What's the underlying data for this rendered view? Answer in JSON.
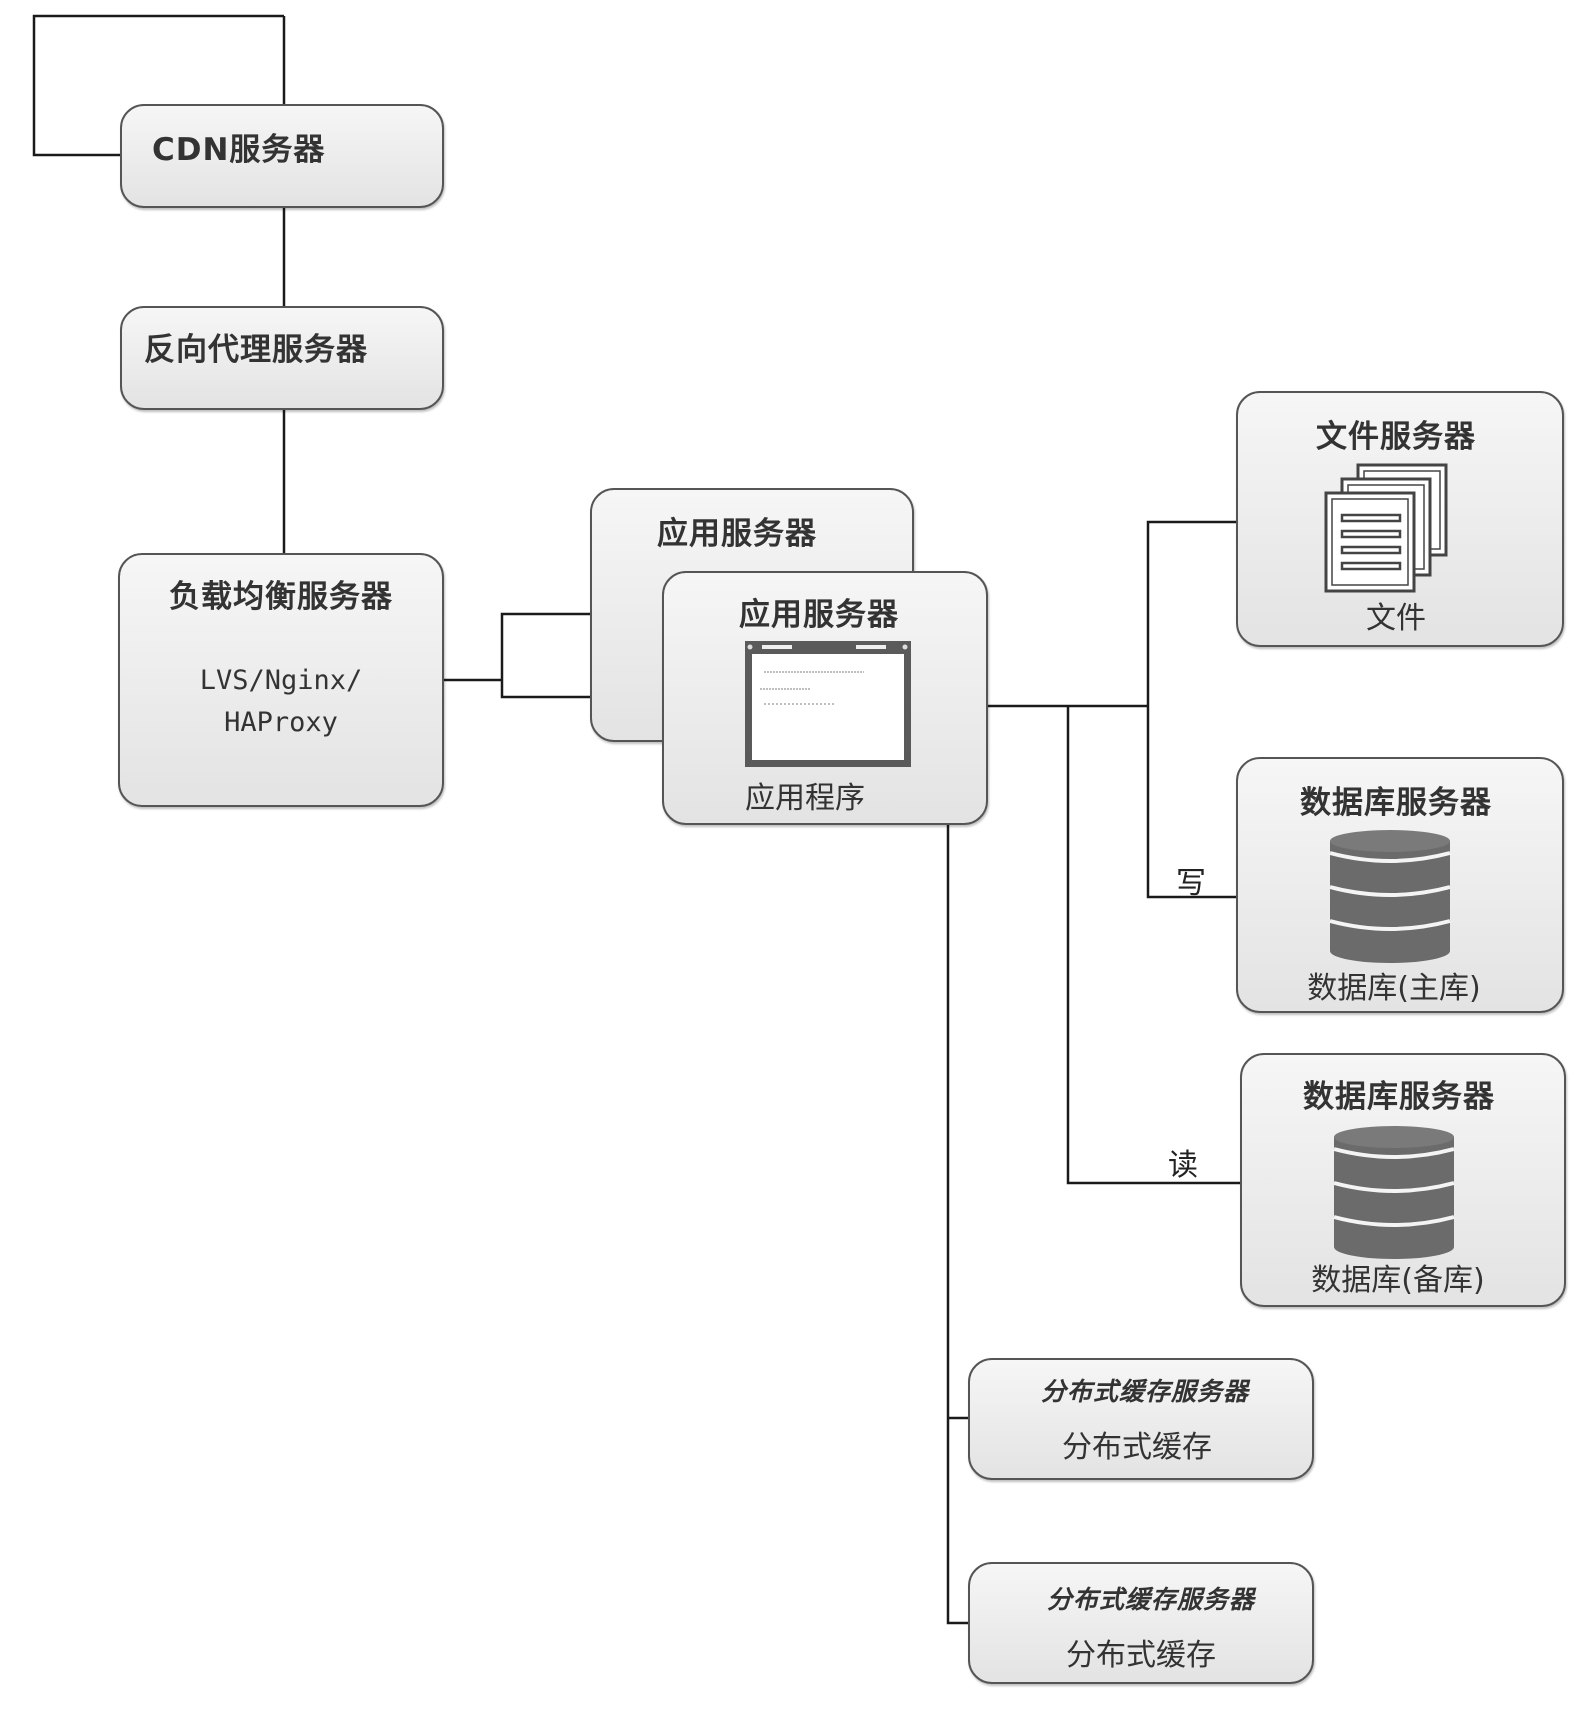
{
  "diagram": {
    "type": "architecture",
    "nodes": {
      "cdn": {
        "title": "CDN服务器"
      },
      "reverse_proxy": {
        "title": "反向代理服务器"
      },
      "load_balancer": {
        "title": "负载均衡服务器",
        "subtitle_line1": "LVS/Nginx/",
        "subtitle_line2": "HAProxy"
      },
      "app_server_back": {
        "title": "应用服务器"
      },
      "app_server_front": {
        "title": "应用服务器",
        "subtitle": "应用程序",
        "icon": "app-window-icon"
      },
      "file_server": {
        "title": "文件服务器",
        "subtitle": "文件",
        "icon": "document-stack-icon"
      },
      "db_master": {
        "title": "数据库服务器",
        "subtitle": "数据库(主库)",
        "icon": "database-icon"
      },
      "db_slave": {
        "title": "数据库服务器",
        "subtitle": "数据库(备库)",
        "icon": "database-icon"
      },
      "cache1": {
        "title": "分布式缓存服务器",
        "subtitle": "分布式缓存"
      },
      "cache2": {
        "title": "分布式缓存服务器",
        "subtitle": "分布式缓存"
      }
    },
    "edges": [
      {
        "from": "cdn",
        "to": "reverse_proxy",
        "label": ""
      },
      {
        "from": "reverse_proxy",
        "to": "load_balancer",
        "label": ""
      },
      {
        "from": "load_balancer",
        "to": "app_server_back",
        "label": ""
      },
      {
        "from": "load_balancer",
        "to": "app_server_front",
        "label": ""
      },
      {
        "from": "app_server_front",
        "to": "file_server",
        "label": ""
      },
      {
        "from": "app_server_front",
        "to": "db_master",
        "label": "写"
      },
      {
        "from": "app_server_front",
        "to": "db_slave",
        "label": "读"
      },
      {
        "from": "app_server_front",
        "to": "cache1",
        "label": ""
      },
      {
        "from": "app_server_front",
        "to": "cache2",
        "label": ""
      }
    ],
    "edge_labels": {
      "write": "写",
      "read": "读"
    },
    "colors": {
      "line": "#1a1a1a",
      "box_border": "#555555",
      "box_fill": "#e8e8e8",
      "db_fill": "#6b6b6b",
      "window_frame": "#5a5a5a"
    }
  }
}
